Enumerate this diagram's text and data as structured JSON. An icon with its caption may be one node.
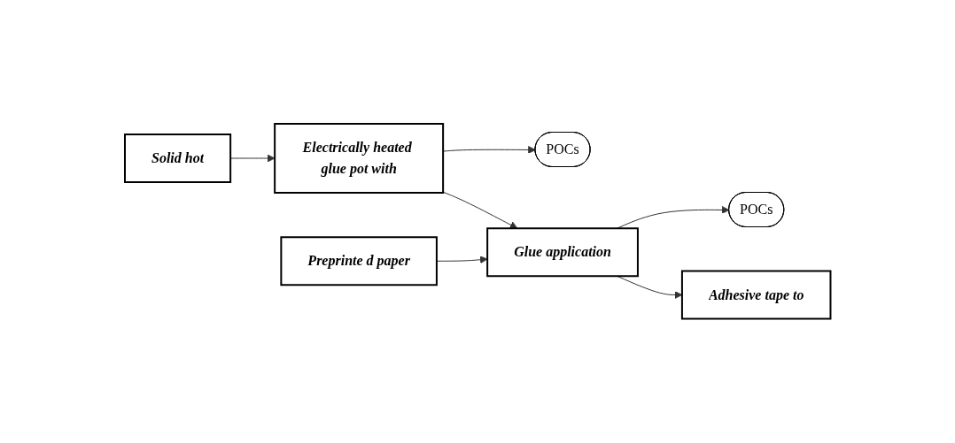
{
  "diagram": {
    "nodes": [
      {
        "text": [
          "POCs"
        ]
      },
      {
        "text": [
          "POCs"
        ]
      },
      {
        "text": [
          "Solid hot"
        ]
      },
      {
        "text": [
          "Electrically heated glue pot with"
        ]
      },
      {
        "text": [
          "Glue application"
        ]
      },
      {
        "text": [
          "Adhesive tape to"
        ]
      },
      {
        "text": [
          "Preprinte d paper"
        ]
      }
    ],
    "edges": [
      {
        "from": 2,
        "to": 3,
        "arrow": "to"
      },
      {
        "from": 3,
        "to": 0,
        "arrow": "to"
      },
      {
        "from": 3,
        "to": 4,
        "arrow": "to"
      },
      {
        "from": 4,
        "to": 1,
        "arrow": "to"
      },
      {
        "from": 4,
        "to": 5,
        "arrow": "to"
      },
      {
        "from": 6,
        "to": 4,
        "arrow": "to"
      }
    ]
  }
}
